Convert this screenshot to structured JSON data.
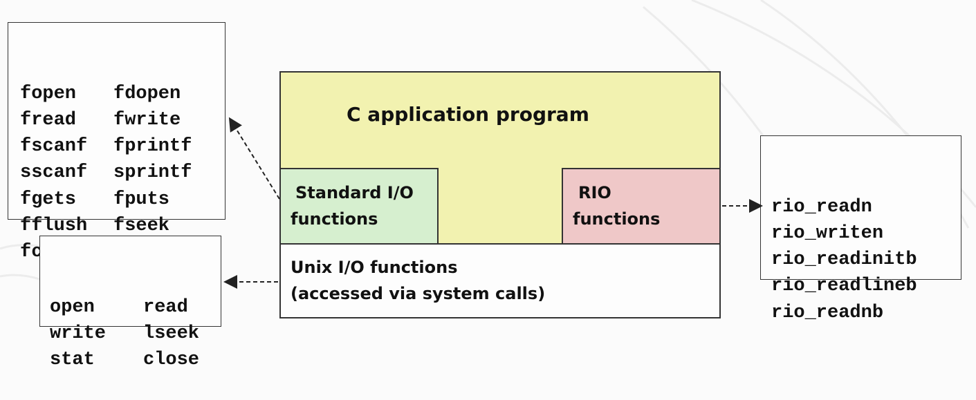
{
  "stdio_list": {
    "rows": [
      [
        "fopen",
        "fdopen"
      ],
      [
        "fread",
        "fwrite"
      ],
      [
        "fscanf",
        "fprintf"
      ],
      [
        "sscanf",
        "sprintf"
      ],
      [
        "fgets",
        "fputs"
      ],
      [
        "fflush",
        "fseek"
      ],
      [
        "fclose",
        ""
      ]
    ]
  },
  "unix_list": {
    "rows": [
      [
        "open",
        "read"
      ],
      [
        "write",
        "lseek"
      ],
      [
        "stat",
        "close"
      ]
    ]
  },
  "rio_list": {
    "items": [
      "rio_readn",
      "rio_writen",
      "rio_readinitb",
      "rio_readlineb",
      "rio_readnb"
    ]
  },
  "layers": {
    "app": {
      "label": "C application program",
      "color": "#f2f2b0"
    },
    "stdio": {
      "line1": "Standard I/O",
      "line2": "functions",
      "color": "#d6efcf"
    },
    "rio": {
      "line1": "RIO",
      "line2": "functions",
      "color": "#efc8c8"
    },
    "unix": {
      "line1": "Unix I/O functions",
      "line2": "(accessed via system calls)",
      "color": "#fdfdfd"
    }
  }
}
